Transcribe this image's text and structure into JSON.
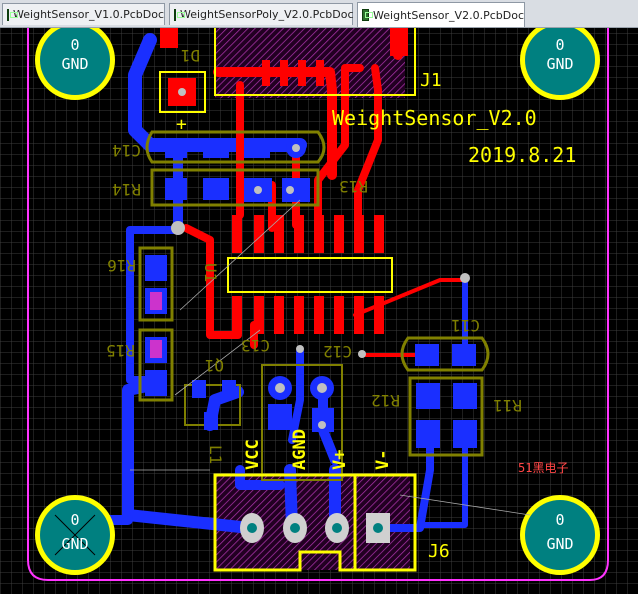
{
  "tabs": [
    {
      "label": "WeightSensor_V1.0.PcbDoc",
      "active": false
    },
    {
      "label": "WeightSensorPoly_V2.0.PcbDoc",
      "active": false
    },
    {
      "label": "WeightSensor_V2.0.PcbDoc",
      "active": true
    }
  ],
  "board": {
    "title": "WeightSensor_V2.0",
    "date": "2019.8.21",
    "watermark": "51黑电子",
    "mount_holes": [
      {
        "label_top": "0",
        "label_bottom": "GND"
      },
      {
        "label_top": "0",
        "label_bottom": "GND"
      },
      {
        "label_top": "0",
        "label_bottom": "GND"
      },
      {
        "label_top": "0",
        "label_bottom": "GND"
      }
    ],
    "designators": {
      "j1": "J1",
      "j6": "J6",
      "u1": "U1",
      "d1": "D1",
      "c11": "C11",
      "c12": "C12",
      "c13": "C13",
      "c14": "C14",
      "r11": "R11",
      "r12": "R12",
      "r13": "R13",
      "r14": "R14",
      "r15": "R15",
      "r16": "R16",
      "q1": "Q1",
      "l1": "L1"
    },
    "pin_labels": {
      "vcc": "VCC",
      "agnd": "AGND",
      "vplus": "V+",
      "vminus": "V-"
    },
    "plus_mark": "+"
  },
  "colors": {
    "background": "#000000",
    "grid": "#3d3d3d",
    "outline": "#ff33ff",
    "silk": "#ffff00",
    "top_copper": "#ff0000",
    "bottom_copper": "#1a2fff",
    "pad": "#1a2fff",
    "pad_dark": "#0d0d66",
    "hole_fill": "#008080",
    "via": "#c0c0c0",
    "tab_active": "#ffffff"
  }
}
